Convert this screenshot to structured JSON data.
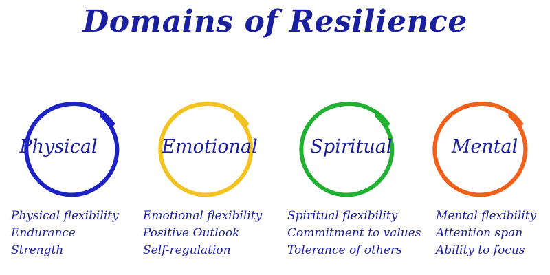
{
  "title": "Domains of Resilience",
  "domains": [
    {
      "name": "Physical",
      "color": "#1d22c4",
      "items": [
        "Physical flexibility",
        "Endurance",
        "Strength"
      ]
    },
    {
      "name": "Emotional",
      "color": "#f3c321",
      "items": [
        "Emotional  flexibility",
        "Positive Outlook",
        "Self-regulation"
      ]
    },
    {
      "name": "Spiritual",
      "color": "#22b033",
      "items": [
        "Spiritual flexibility",
        "Commitment to values",
        "Tolerance of others"
      ]
    },
    {
      "name": "Mental",
      "color": "#f2611c",
      "items": [
        "Mental flexibility",
        "Attention span",
        "Ability to focus"
      ]
    }
  ]
}
